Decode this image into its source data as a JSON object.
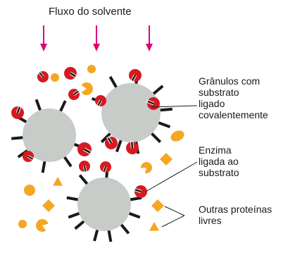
{
  "diagram": {
    "flow_label": "Fluxo do solvente",
    "callouts": {
      "beads": [
        "Grânulos com",
        "substrato",
        "ligado",
        "covalentemente"
      ],
      "enzyme": [
        "Enzima",
        "ligada ao",
        "substrato"
      ],
      "others": [
        "Outras proteínas",
        "livres"
      ]
    },
    "colors": {
      "arrow": "#e0007a",
      "bead_fill": "#c8ccc9",
      "spike": "#1a1a1a",
      "enzyme_fill": "#d71920",
      "free_protein": "#f5a623",
      "text": "#1a1a1a"
    }
  }
}
